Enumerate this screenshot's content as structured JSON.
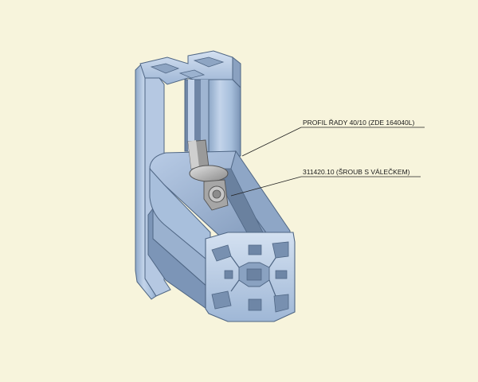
{
  "background_color": "#f7f4dc",
  "part_color": "#a9c0dd",
  "part_shadow_color": "#7f98b9",
  "screw_color": "#b7b7b7",
  "callouts": [
    {
      "id": "profile",
      "text": "PROFIL ŘADY 40/10 (ZDE 164040L)"
    },
    {
      "id": "screw",
      "text": "311420.10 (ŠROUB S VÁLEČKEM)"
    }
  ]
}
